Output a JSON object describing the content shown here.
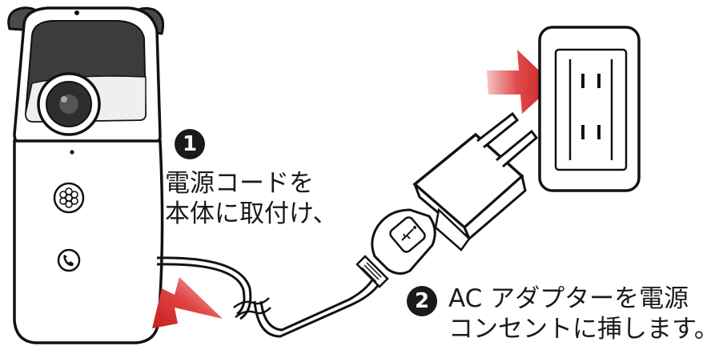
{
  "steps": [
    {
      "number": "1",
      "lines": [
        "電源コードを",
        "本体に取付け、"
      ]
    },
    {
      "number": "2",
      "lines": [
        "AC アダプターを電源",
        "コンセントに挿します。"
      ]
    }
  ],
  "colors": {
    "ink": "#1a1a1a",
    "arrow_red": "#d52b2b",
    "panel_gray": "#555555",
    "body_white": "#ffffff"
  },
  "icons": [
    "camera-lens-icon",
    "speaker-grille-icon",
    "phone-call-icon",
    "usb-symbol-icon"
  ]
}
